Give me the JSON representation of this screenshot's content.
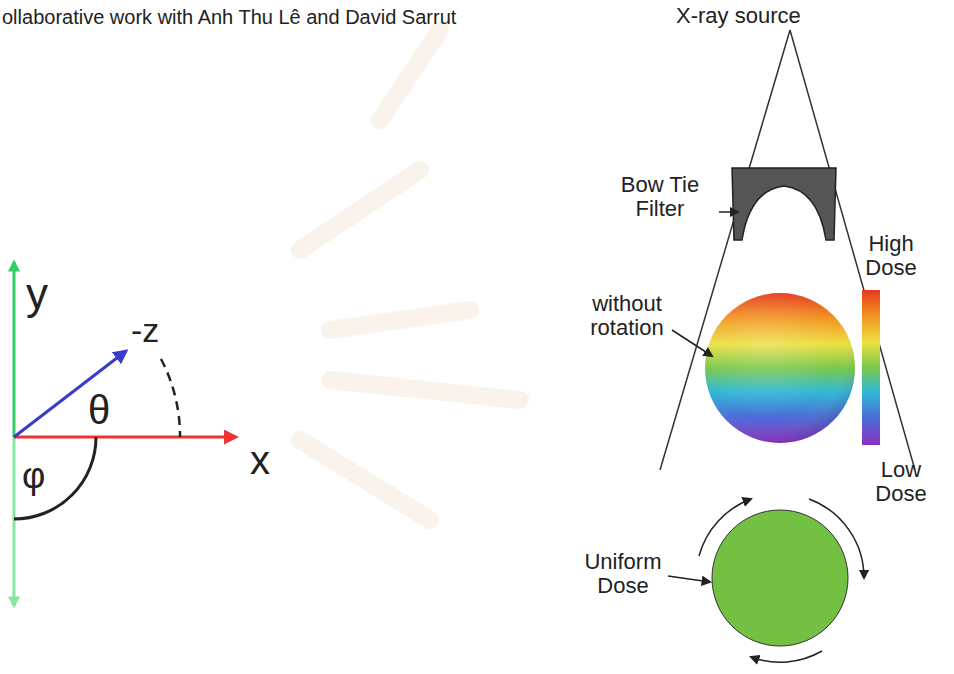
{
  "diagram": {
    "labels": [
      "ollaborative work with Anh Thu Lê and David Sarrut",
      "y",
      "-z",
      "θ",
      "x",
      "φ",
      "X-ray source",
      "Bow Tie Filter",
      "without rotation",
      "High Dose",
      "Low Dose",
      "Uniform Dose"
    ]
  }
}
